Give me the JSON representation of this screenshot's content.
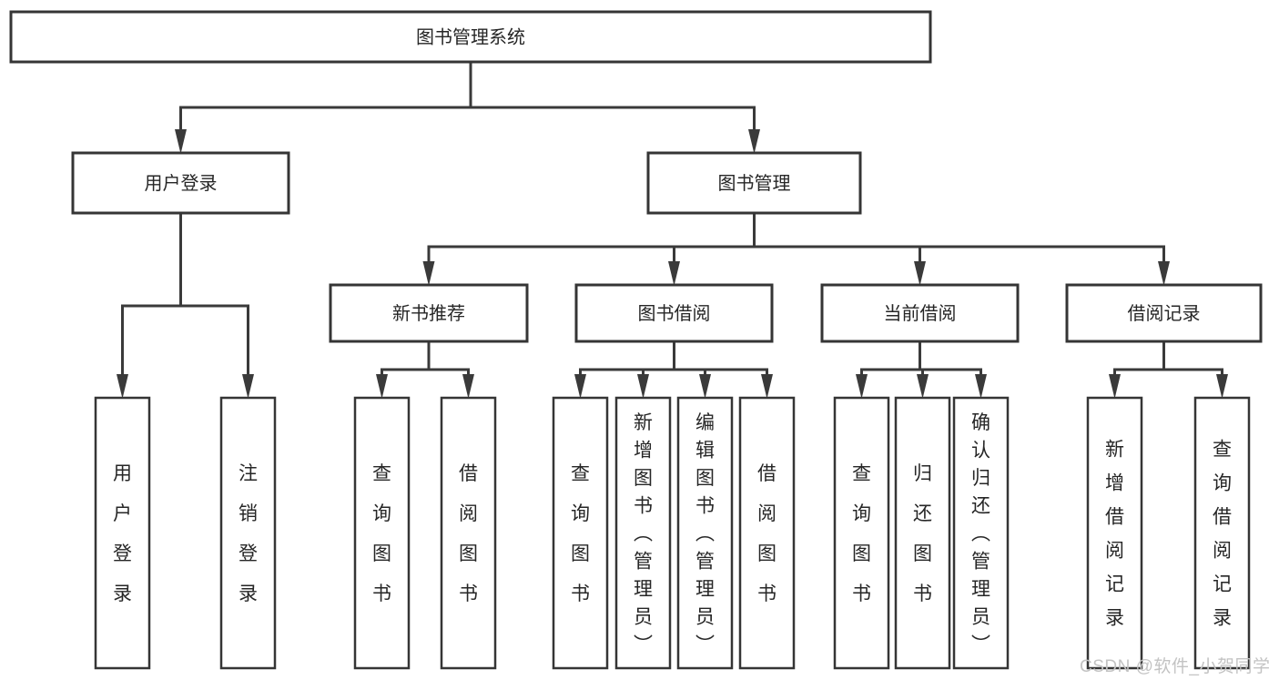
{
  "diagram": {
    "tree": {
      "id": "library-management-system",
      "label": "图书管理系统",
      "children": [
        {
          "id": "user-login",
          "label": "用户登录",
          "children": [
            {
              "id": "user-login-action",
              "label": "用户登录"
            },
            {
              "id": "logout-action",
              "label": "注销登录"
            }
          ]
        },
        {
          "id": "book-management",
          "label": "图书管理",
          "children": [
            {
              "id": "new-book-recommendation",
              "label": "新书推荐",
              "children": [
                {
                  "id": "query-books-1",
                  "label": "查询图书"
                },
                {
                  "id": "borrow-books-1",
                  "label": "借阅图书"
                }
              ]
            },
            {
              "id": "book-borrowing",
              "label": "图书借阅",
              "children": [
                {
                  "id": "query-books-2",
                  "label": "查询图书"
                },
                {
                  "id": "add-books-admin",
                  "label": "新增图书（管理员）"
                },
                {
                  "id": "edit-books-admin",
                  "label": "编辑图书（管理员）"
                },
                {
                  "id": "borrow-books-2",
                  "label": "借阅图书"
                }
              ]
            },
            {
              "id": "current-borrowing",
              "label": "当前借阅",
              "children": [
                {
                  "id": "query-books-3",
                  "label": "查询图书"
                },
                {
                  "id": "return-books",
                  "label": "归还图书"
                },
                {
                  "id": "confirm-return-admin",
                  "label": "确认归还（管理员）"
                }
              ]
            },
            {
              "id": "borrowing-records",
              "label": "借阅记录",
              "children": [
                {
                  "id": "add-borrowing-record",
                  "label": "新增借阅记录"
                },
                {
                  "id": "query-borrowing-record",
                  "label": "查询借阅记录"
                }
              ]
            }
          ]
        }
      ]
    }
  },
  "watermark": {
    "text": "CSDN @软件_小贺同学"
  },
  "colors": {
    "line": "#3a3a3a",
    "box_border": "#353535",
    "box_fill": "#ffffff",
    "text": "#262626",
    "watermark": "#c3c3c3",
    "background": "#ffffff"
  }
}
